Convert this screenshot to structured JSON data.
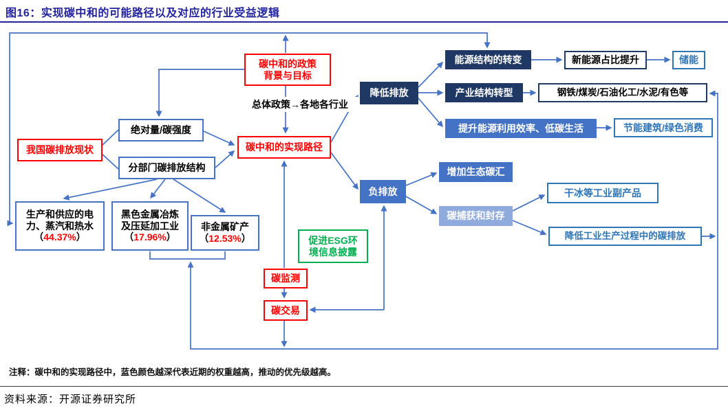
{
  "figure": {
    "label": "图16：",
    "title": "实现碳中和的可能路径以及对应的行业受益逻辑"
  },
  "nodes": {
    "policy": "碳中和的政策\n背景与目标",
    "overall_policy": "总体政策→各地各行业",
    "status": "我国碳排放现状",
    "absolute": "绝对量/碳强度",
    "sector": "分部门碳排放结构",
    "path": "碳中和的实现路径",
    "reduce": "降低排放",
    "negative": "负排放",
    "energy_structure": "能源结构的转变",
    "industry_structure": "产业结构转型",
    "efficiency": "提升能源利用效率、低碳生活",
    "eco_sink": "增加生态碳汇",
    "ccs": "碳捕获和封存",
    "new_energy": "新能源占比提升",
    "storage": "储能",
    "steel": "钢铁/煤炭/石油化工/水泥/有色等",
    "green_building": "节能建筑/绿色消费",
    "dry_ice": "干冰等工业副产品",
    "industrial_carbon": "降低工业生产过程中的碳排放",
    "esg": "促进ESG环\n境信息披露",
    "monitor": "碳监测",
    "trading": "碳交易",
    "power": {
      "name": "生产和供应的电\n力、蒸汽和热水",
      "percent": "44.37%"
    },
    "ferrous": {
      "name": "黑色金属冶炼\n及压延加工业",
      "percent": "17.96%"
    },
    "nonmetal": {
      "name": "非金属矿产",
      "percent": "12.53%"
    }
  },
  "punct": {
    "open": "（",
    "close": "）"
  },
  "note": "注释：碳中和的实现路径中，蓝色颜色越深代表近期的权重越高，推动的优先级越高。",
  "source": {
    "label": "资料来源：",
    "text": "开源证券研究所"
  },
  "colors": {
    "title_navy": "#23239E",
    "dark_blue_fill": "#1F3864",
    "mid_blue_fill": "#4472C4",
    "light_blue_fill": "#8FAADC",
    "connector_blue": "#4472C4",
    "outline_blue": "#4472C4",
    "blue_text": "#2E75B6",
    "red": "#FF0000",
    "green": "#00B050"
  },
  "edges": [
    {
      "from": "碳中和的政策背景与目标",
      "to": "绝对量/碳强度"
    },
    {
      "from": "碳中和的政策背景与目标",
      "to": "碳中和的实现路径",
      "via": "总体政策→各地各行业"
    },
    {
      "from": "碳中和的政策背景与目标",
      "to": "生产和供应的电力、蒸汽和热水",
      "via": "顶部外环"
    },
    {
      "from": "碳中和的政策背景与目标",
      "to": "能源结构的转变",
      "via": "顶部外环"
    },
    {
      "from": "我国碳排放现状",
      "to": "绝对量/碳强度"
    },
    {
      "from": "我国碳排放现状",
      "to": "分部门碳排放结构"
    },
    {
      "from": "绝对量/碳强度",
      "to": "碳中和的实现路径"
    },
    {
      "from": "分部门碳排放结构",
      "to": "碳中和的实现路径"
    },
    {
      "from": "分部门碳排放结构",
      "to": "生产和供应的电力、蒸汽和热水"
    },
    {
      "from": "分部门碳排放结构",
      "to": "黑色金属冶炼及压延加工业"
    },
    {
      "from": "分部门碳排放结构",
      "to": "非金属矿产"
    },
    {
      "from": "碳中和的实现路径",
      "to": "降低排放"
    },
    {
      "from": "碳中和的实现路径",
      "to": "负排放"
    },
    {
      "from": "降低排放",
      "to": "能源结构的转变"
    },
    {
      "from": "降低排放",
      "to": "产业结构转型"
    },
    {
      "from": "降低排放",
      "to": "提升能源利用效率、低碳生活"
    },
    {
      "from": "能源结构的转变",
      "to": "新能源占比提升"
    },
    {
      "from": "新能源占比提升",
      "to": "储能"
    },
    {
      "from": "产业结构转型",
      "to": "钢铁/煤炭/石油化工/水泥/有色等"
    },
    {
      "from": "提升能源利用效率、低碳生活",
      "to": "节能建筑/绿色消费"
    },
    {
      "from": "负排放",
      "to": "增加生态碳汇"
    },
    {
      "from": "负排放",
      "to": "碳捕获和封存"
    },
    {
      "from": "碳捕获和封存",
      "to": "干冰等工业副产品"
    },
    {
      "from": "碳捕获和封存",
      "to": "降低工业生产过程中的碳排放"
    },
    {
      "from": "降低工业生产过程中的碳排放",
      "to": "钢铁/煤炭/石油化工/水泥/有色等",
      "via": "右侧回路"
    },
    {
      "from": "碳监测",
      "to": "碳中和的实现路径"
    },
    {
      "from": "碳监测",
      "to": "碳交易"
    },
    {
      "from": "碳交易",
      "to": "负排放",
      "bidirectional": true
    },
    {
      "from": "碳交易",
      "to": "黑色金属冶炼及压延加工业 / 非金属矿产",
      "via": "底部回路"
    }
  ]
}
